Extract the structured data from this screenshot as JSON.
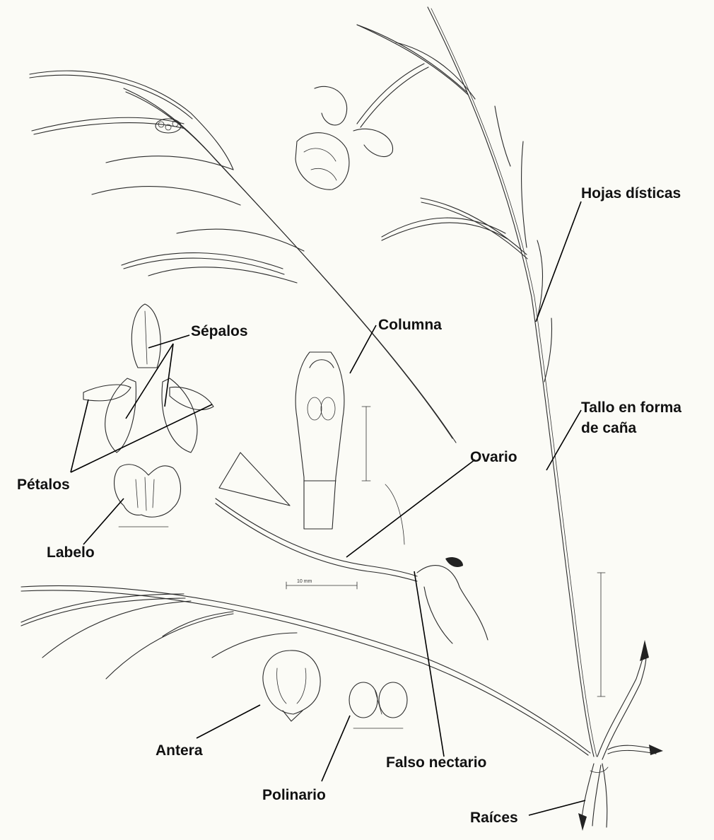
{
  "labels": {
    "hojas_disticas": "Hojas dísticas",
    "sepalos": "Sépalos",
    "columna": "Columna",
    "tallo_line1": "Tallo en forma",
    "tallo_line2": "de caña",
    "ovario": "Ovario",
    "petalos": "Pétalos",
    "labelo": "Labelo",
    "antera": "Antera",
    "polinario": "Polinario",
    "falso_nectario": "Falso nectario",
    "raices": "Raíces"
  },
  "scale_bars": {
    "flower_bar": "10 mm"
  },
  "colors": {
    "background": "#fbfbf6",
    "ink": "#2a2a2a",
    "label": "#111111"
  }
}
